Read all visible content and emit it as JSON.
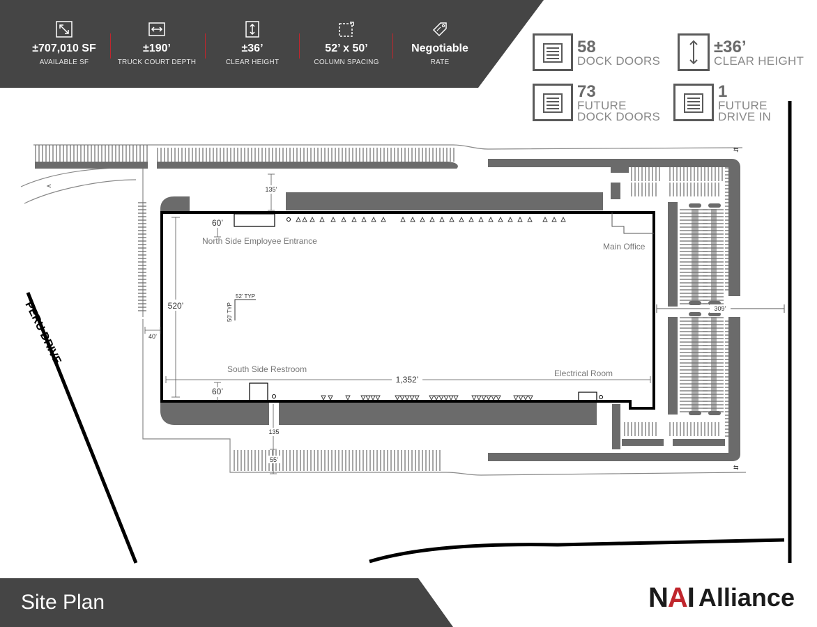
{
  "stats": [
    {
      "icon": "diagonal-arrows-icon",
      "value": "±707,010 SF",
      "label": "AVAILABLE SF"
    },
    {
      "icon": "horizontal-arrows-icon",
      "value": "±190’",
      "label": "TRUCK COURT DEPTH"
    },
    {
      "icon": "vertical-arrows-icon",
      "value": "±36’",
      "label": "CLEAR HEIGHT"
    },
    {
      "icon": "column-grid-icon",
      "value": "52’ x 50’",
      "label": "COLUMN SPACING"
    },
    {
      "icon": "price-tag-icon",
      "value": "Negotiable",
      "label": "RATE"
    }
  ],
  "doors": [
    {
      "icon": "dock-door-icon",
      "number": "58",
      "line1": "DOCK DOORS",
      "line2": ""
    },
    {
      "icon": "height-icon",
      "number": "±36’",
      "line1": "CLEAR HEIGHT",
      "line2": ""
    },
    {
      "icon": "dock-door-icon",
      "number": "73",
      "line1": "FUTURE",
      "line2": "DOCK DOORS"
    },
    {
      "icon": "drive-in-door-icon",
      "number": "1",
      "line1": "FUTURE",
      "line2": "DRIVE IN"
    }
  ],
  "plan": {
    "road": "PERU DRIVE",
    "dim_truck_north": "135’",
    "dim_truck_south": "135",
    "dim_depth_north": "60’",
    "dim_depth_south": "60’",
    "dim_building_depth": "520’",
    "dim_building_length": "1,352’",
    "dim_side": "40’",
    "dim_trailer": "55’",
    "dim_parking": "309’",
    "column_w": "52’ TYP",
    "column_h": "50’ TYP",
    "north_entrance": "North Side Employee Entrance",
    "main_office": "Main Office",
    "south_restroom": "South Side Restroom",
    "electrical_room": "Electrical Room"
  },
  "footer": {
    "title": "Site Plan"
  },
  "logo": {
    "brand_n": "N",
    "brand_a": "A",
    "brand_i": "I",
    "name": "Alliance"
  },
  "colors": {
    "banner": "#454545",
    "accent": "#c0262d",
    "pavement": "#6b6b6b",
    "icon_gray": "#5a5a5a"
  }
}
